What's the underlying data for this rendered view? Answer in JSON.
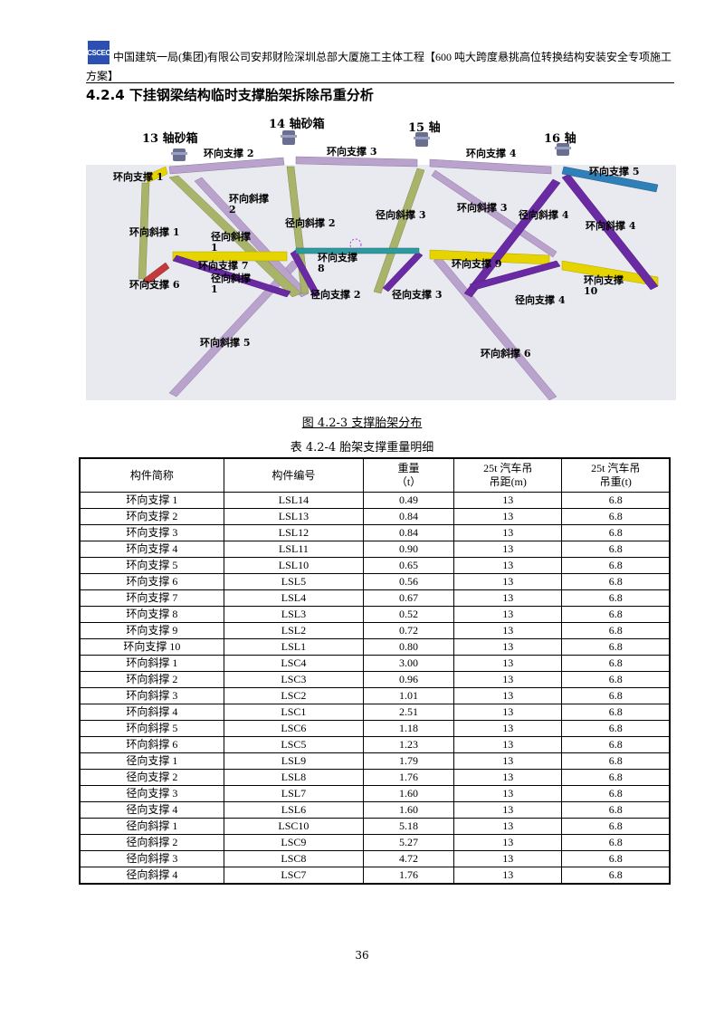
{
  "header": {
    "logo_text": "CSCEC",
    "line1": "中国建筑一局(集团)有限公司安邦财险深圳总部大厦施工主体工程【600 吨大跨度悬挑高位转换结构安装安全专项施工",
    "line2": "方案】"
  },
  "section_title": "4.2.4 下挂钢梁结构临时支撑胎架拆除吊重分析",
  "figure": {
    "axis_labels": [
      "13 轴砂箱",
      "14 轴砂箱",
      "15 轴",
      "16 轴"
    ],
    "member_labels": [
      "环向支撑 1",
      "环向支撑 2",
      "环向支撑 3",
      "环向支撑 4",
      "环向支撑 5",
      "环向斜撑 2",
      "径向斜撑 3",
      "环向斜撑 3",
      "径向斜撑 4",
      "环向斜撑 4",
      "径向斜撑 2",
      "环向斜撑 1",
      "径向斜撑 1",
      "环向支撑 8",
      "环向支撑 7",
      "径向斜撑 1",
      "环向支撑 9",
      "环向支撑 6",
      "环向支撑 10",
      "径向支撑 2",
      "径向支撑 3",
      "径向支撑 4",
      "环向斜撑 5",
      "环向斜撑 6"
    ],
    "caption": "图 4.2-3 支撑胎架分布"
  },
  "table": {
    "caption": "表 4.2-4 胎架支撑重量明细",
    "headers": [
      "构件简称",
      "构件编号",
      "重量（t）",
      "25t 汽车吊吊距(m)",
      "25t 汽车吊吊重(t)"
    ],
    "header_lines": [
      [
        "构件简称"
      ],
      [
        "构件编号"
      ],
      [
        "重量",
        "（t）"
      ],
      [
        "25t 汽车吊",
        "吊距(m)"
      ],
      [
        "25t 汽车吊",
        "吊重(t)"
      ]
    ],
    "rows": [
      [
        "环向支撑 1",
        "LSL14",
        "0.49",
        "13",
        "6.8"
      ],
      [
        "环向支撑 2",
        "LSL13",
        "0.84",
        "13",
        "6.8"
      ],
      [
        "环向支撑 3",
        "LSL12",
        "0.84",
        "13",
        "6.8"
      ],
      [
        "环向支撑 4",
        "LSL11",
        "0.90",
        "13",
        "6.8"
      ],
      [
        "环向支撑 5",
        "LSL10",
        "0.65",
        "13",
        "6.8"
      ],
      [
        "环向支撑 6",
        "LSL5",
        "0.56",
        "13",
        "6.8"
      ],
      [
        "环向支撑 7",
        "LSL4",
        "0.67",
        "13",
        "6.8"
      ],
      [
        "环向支撑 8",
        "LSL3",
        "0.52",
        "13",
        "6.8"
      ],
      [
        "环向支撑 9",
        "LSL2",
        "0.72",
        "13",
        "6.8"
      ],
      [
        "环向支撑 10",
        "LSL1",
        "0.80",
        "13",
        "6.8"
      ],
      [
        "环向斜撑 1",
        "LSC4",
        "3.00",
        "13",
        "6.8"
      ],
      [
        "环向斜撑 2",
        "LSC3",
        "0.96",
        "13",
        "6.8"
      ],
      [
        "环向斜撑 3",
        "LSC2",
        "1.01",
        "13",
        "6.8"
      ],
      [
        "环向斜撑 4",
        "LSC1",
        "2.51",
        "13",
        "6.8"
      ],
      [
        "环向斜撑 5",
        "LSC6",
        "1.18",
        "13",
        "6.8"
      ],
      [
        "环向斜撑 6",
        "LSC5",
        "1.23",
        "13",
        "6.8"
      ],
      [
        "径向支撑 1",
        "LSL9",
        "1.79",
        "13",
        "6.8"
      ],
      [
        "径向支撑 2",
        "LSL8",
        "1.76",
        "13",
        "6.8"
      ],
      [
        "径向支撑 3",
        "LSL7",
        "1.60",
        "13",
        "6.8"
      ],
      [
        "径向支撑 4",
        "LSL6",
        "1.60",
        "13",
        "6.8"
      ],
      [
        "径向斜撑 1",
        "LSC10",
        "5.18",
        "13",
        "6.8"
      ],
      [
        "径向斜撑 2",
        "LSC9",
        "5.27",
        "13",
        "6.8"
      ],
      [
        "径向斜撑 3",
        "LSC8",
        "4.72",
        "13",
        "6.8"
      ],
      [
        "径向斜撑 4",
        "LSC7",
        "1.76",
        "13",
        "6.8"
      ]
    ]
  },
  "page_number": "36",
  "colors": {
    "lavender": "#b9a3cc",
    "olive": "#a9b36a",
    "yellow": "#e6d400",
    "purple": "#6a2aa3",
    "teal": "#2e9aa0",
    "blue": "#2f7fb8",
    "red": "#c23a3a"
  }
}
